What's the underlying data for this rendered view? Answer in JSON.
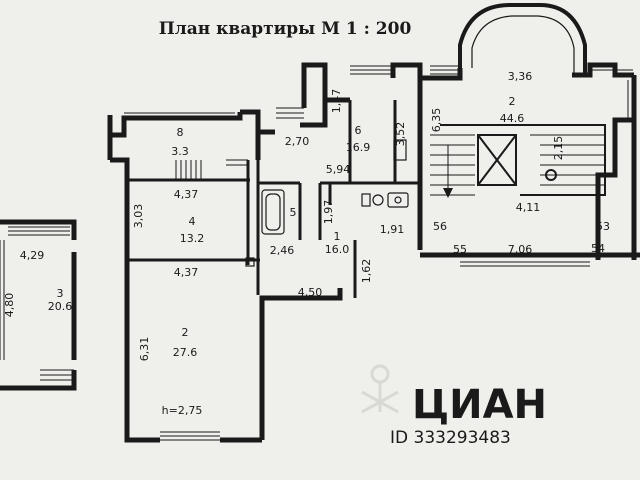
{
  "title": "План квартиры М 1 : 200",
  "watermark": {
    "brand": "ЦИАН",
    "id": "ID 333293483"
  },
  "colors": {
    "background": "#efefeb",
    "wall": "#1a1a1a",
    "watermark": "#d8d8d4"
  },
  "rooms": [
    {
      "number": "1",
      "area": "16.0"
    },
    {
      "number": "2",
      "area": "27.6"
    },
    {
      "number": "3",
      "area": "20.6"
    },
    {
      "number": "4",
      "area": "13.2"
    },
    {
      "number": "5",
      "area": ""
    },
    {
      "number": "6",
      "area": "16.9"
    },
    {
      "number": "8",
      "area": "3.3"
    }
  ],
  "stair_hall": {
    "number": "2",
    "area": "44.6"
  },
  "dimensions": [
    "3,36",
    "6,35",
    "2,15",
    "4,11",
    "1,47",
    "3,52",
    "2,70",
    "5,94",
    "1,97",
    "1,91",
    "2,46",
    "4,37",
    "4,37",
    "3,03",
    "4,29",
    "4,80",
    "6,31",
    "4,50",
    "1,62",
    "7,06"
  ],
  "markers": [
    "56",
    "55",
    "53",
    "54"
  ],
  "ceiling_height": "h=2,75"
}
